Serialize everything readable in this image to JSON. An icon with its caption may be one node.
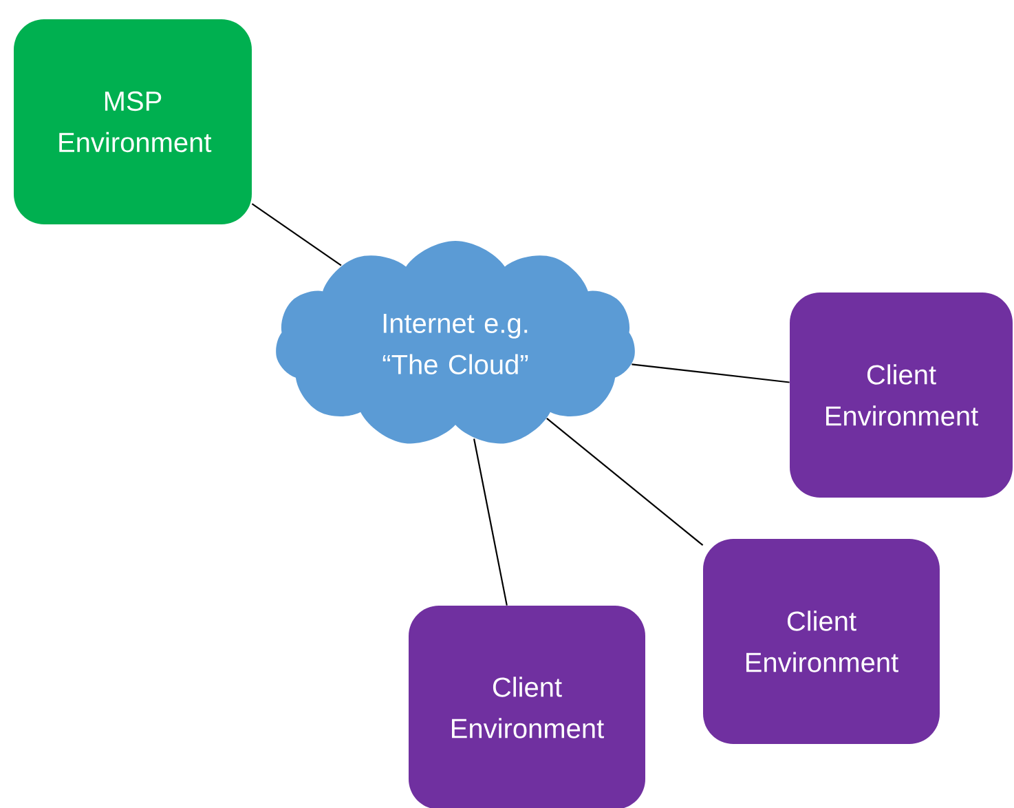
{
  "diagram": {
    "nodes": [
      {
        "text": [
          "MSP Environment"
        ]
      },
      {
        "text": [
          "Internet e.g. “The Cloud”"
        ]
      },
      {
        "text": [
          "Client Environment"
        ]
      },
      {
        "text": [
          "Client Environment"
        ]
      },
      {
        "text": [
          "Client Environment"
        ]
      }
    ],
    "edges": [
      {
        "from": 0,
        "to": 1,
        "arrow": "none"
      },
      {
        "from": 1,
        "to": 2,
        "arrow": "none"
      },
      {
        "from": 1,
        "to": 3,
        "arrow": "none"
      },
      {
        "from": 1,
        "to": 4,
        "arrow": "none"
      }
    ]
  }
}
